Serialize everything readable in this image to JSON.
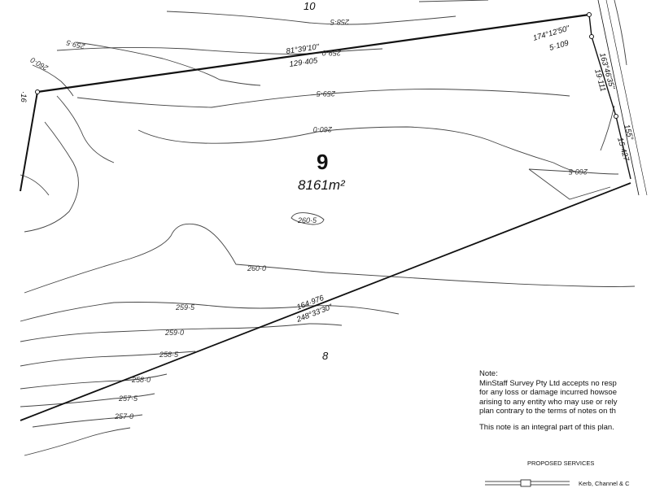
{
  "lot": {
    "number": "9",
    "area": "8161m²"
  },
  "adjacent_lots": [
    {
      "id": "lot-10",
      "label": "10"
    },
    {
      "id": "lot-8",
      "label": "8"
    }
  ],
  "boundary_labels": [
    {
      "id": "top-bearing",
      "text": "81°39'10\""
    },
    {
      "id": "top-distance",
      "text": "129·405"
    },
    {
      "id": "bottom-distance",
      "text": "164·976"
    },
    {
      "id": "bottom-bearing",
      "text": "248°33'30\""
    },
    {
      "id": "right-upper-bearing",
      "text": "174°12'50\""
    },
    {
      "id": "right-upper-distance",
      "text": "5·109"
    },
    {
      "id": "right-mid-bearing",
      "text": "163°46'35\""
    },
    {
      "id": "right-mid-distance",
      "text": "19·111"
    },
    {
      "id": "right-lower-bearing",
      "text": "155°"
    },
    {
      "id": "right-lower-distance",
      "text": "15·427"
    },
    {
      "id": "left-partial",
      "text": "·16"
    }
  ],
  "contour_labels": [
    {
      "id": "c-258-5-top",
      "text": "258·5"
    },
    {
      "id": "c-259-0-top",
      "text": "259·0"
    },
    {
      "id": "c-259-5-left",
      "text": "259·5"
    },
    {
      "id": "c-260-0-left",
      "text": "260·0"
    },
    {
      "id": "c-259-5-mid",
      "text": "259·5"
    },
    {
      "id": "c-260-0-mid",
      "text": "260·0"
    },
    {
      "id": "c-260-5-right",
      "text": "260·5"
    },
    {
      "id": "c-260-5-knoll",
      "text": "260·5"
    },
    {
      "id": "c-260-0-lower",
      "text": "260·0"
    },
    {
      "id": "c-259-5-lower",
      "text": "259·5"
    },
    {
      "id": "c-259-0-lower",
      "text": "259·0"
    },
    {
      "id": "c-258-5-lower",
      "text": "258·5"
    },
    {
      "id": "c-258-0-lower",
      "text": "258·0"
    },
    {
      "id": "c-257-5-lower",
      "text": "257·5"
    },
    {
      "id": "c-257-0-lower",
      "text": "257·0"
    }
  ],
  "note": {
    "heading": "Note:",
    "lines": [
      "MinStaff Survey Pty Ltd accepts no resp",
      "for any loss or damage incurred howsoe",
      "arising to any entity who may use or rely",
      "plan contrary to the terms of notes on th"
    ],
    "integral": "This note is an integral part of this plan."
  },
  "services": {
    "title": "PROPOSED SERVICES",
    "legend_item": "Kerb, Channel & C"
  }
}
